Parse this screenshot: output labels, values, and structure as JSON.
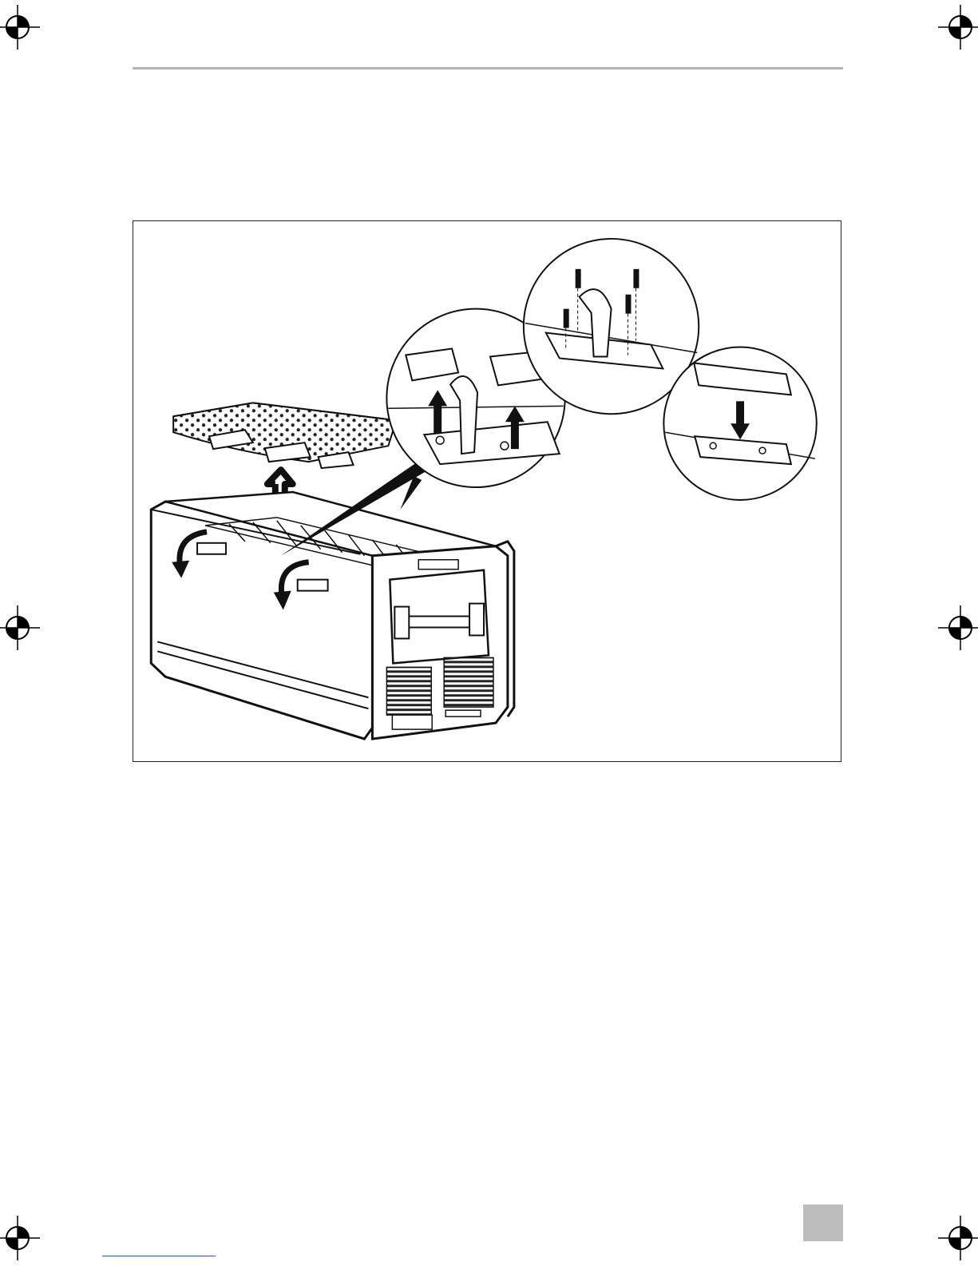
{
  "page": {
    "header_rule_color": "#b5b5b5",
    "page_tab_color": "#bdbdbd",
    "link_rule_color": "#3b4bd1"
  },
  "figure": {
    "icons": [
      "cooler-box-illustration",
      "detail-hinge-caps-removed",
      "detail-hinge-screws",
      "detail-cap-insert",
      "arrow-up-icon",
      "arrow-down-icon",
      "rotate-arrow-icon"
    ]
  },
  "registration_marks": [
    "top-left",
    "top-right",
    "middle-left",
    "middle-right",
    "bottom-left",
    "bottom-right"
  ]
}
